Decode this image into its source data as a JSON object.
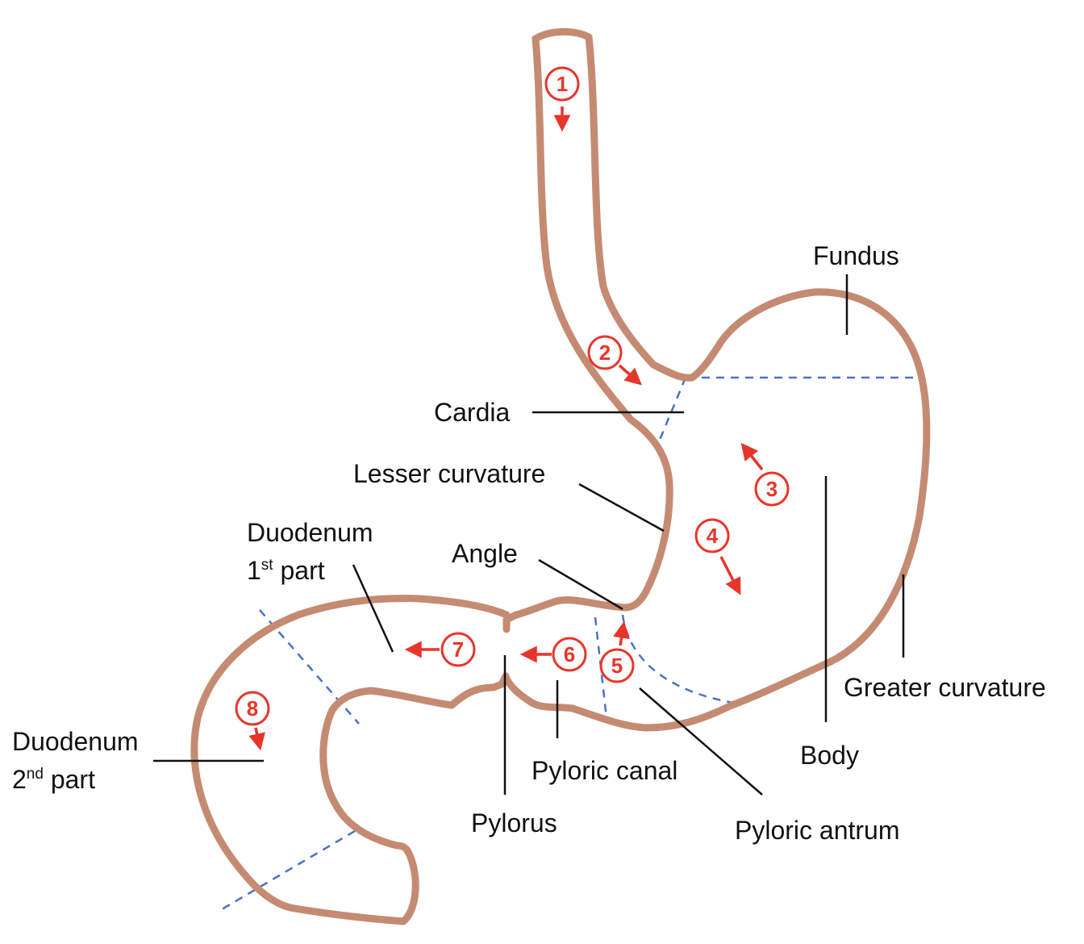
{
  "colors": {
    "outline": "#C48B72",
    "marker": "#E8352A",
    "divider": "#4A72C4",
    "leader": "#111111"
  },
  "labels": {
    "fundus": "Fundus",
    "cardia": "Cardia",
    "lesser_curvature": "Lesser curvature",
    "angle": "Angle",
    "duodenum_1_line1": "Duodenum",
    "duodenum_1_num": "1",
    "duodenum_1_sup": "st",
    "duodenum_1_rest": " part",
    "duodenum_2_line1": "Duodenum",
    "duodenum_2_num": "2",
    "duodenum_2_sup": "nd",
    "duodenum_2_rest": " part",
    "greater_curvature": "Greater curvature",
    "body": "Body",
    "pyloric_canal": "Pyloric canal",
    "pylorus": "Pylorus",
    "pyloric_antrum": "Pyloric antrum"
  },
  "markers": [
    "1",
    "2",
    "3",
    "4",
    "5",
    "6",
    "7",
    "8"
  ],
  "icons": {
    "marker_circle": "circled-number-icon",
    "marker_arrow": "arrow-icon"
  }
}
